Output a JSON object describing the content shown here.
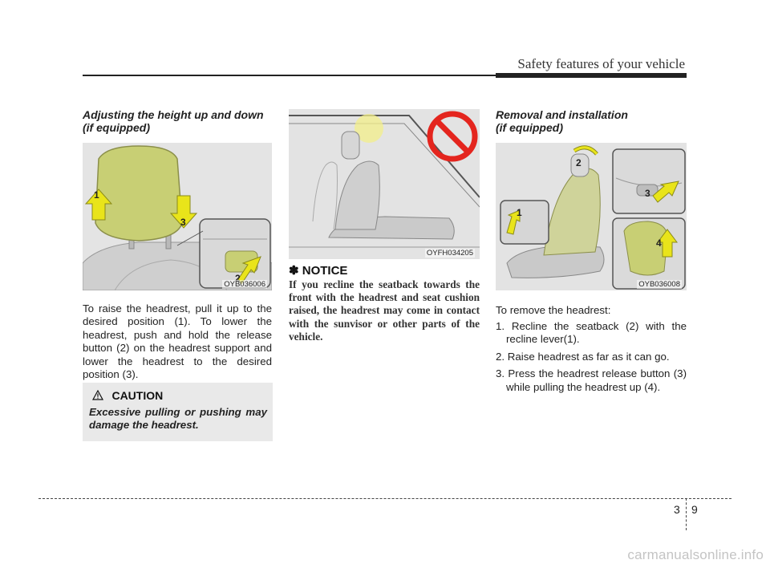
{
  "header": {
    "title": "Safety features of your vehicle"
  },
  "left": {
    "heading_line1": "Adjusting the height up and down",
    "heading_line2": "(if equipped)",
    "figure_code": "OYB036006",
    "callouts": [
      "1",
      "2",
      "3"
    ],
    "paragraph": "To raise the headrest, pull it up to the desired position (1). To lower the headrest, push and hold the release button (2) on the headrest support and lower the headrest to the desired position (3).",
    "caution": {
      "title": "CAUTION",
      "text": "Excessive pulling or pushing may damage the headrest."
    }
  },
  "middle": {
    "figure_code": "OYFH034205",
    "notice": {
      "title": "✽ NOTICE",
      "text": "If you recline the seatback towards the front with the headrest and seat cushion raised, the headrest may come in contact with the sunvisor or other parts of the vehicle."
    }
  },
  "right": {
    "heading_line1": "Removal and installation",
    "heading_line2": "(if equipped)",
    "figure_code": "OYB036008",
    "callouts": [
      "1",
      "2",
      "3",
      "4"
    ],
    "intro": "To remove the headrest:",
    "steps": [
      "1. Recline the seatback (2) with the recline lever(1).",
      "2. Raise headrest as far as it can go.",
      "3. Press the headrest release button (3) while pulling the headrest up (4)."
    ]
  },
  "footer": {
    "chapter": "3",
    "page": "9"
  },
  "watermark": "carmanualsonline.info",
  "colors": {
    "headrest": "#c8cf74",
    "arrow": "#e9e41a",
    "prohibit": "#e4251e",
    "caution_bg": "#e9e9e9"
  }
}
